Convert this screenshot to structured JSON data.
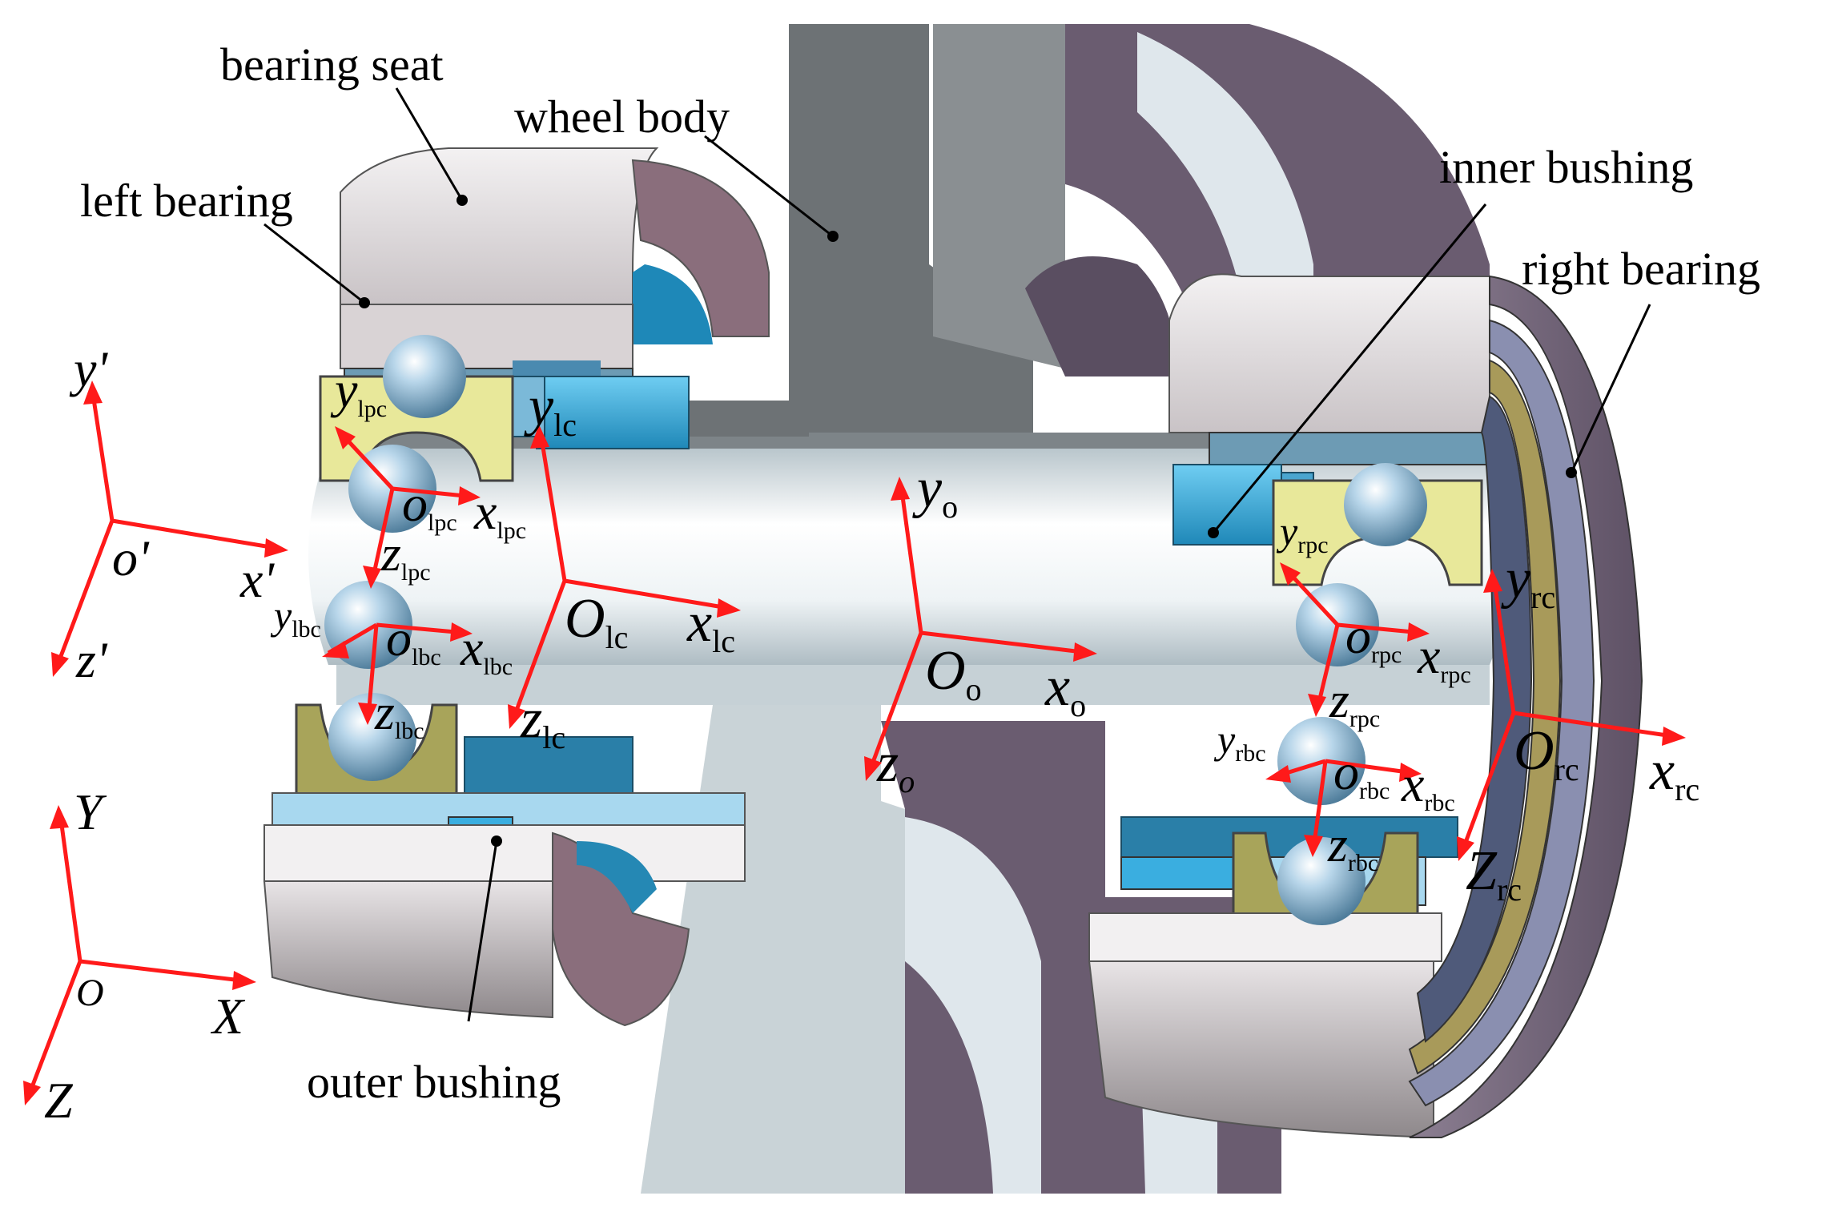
{
  "labels": {
    "bearing_seat": "bearing seat",
    "wheel_body": "wheel body",
    "left_bearing": "left bearing",
    "inner_bushing": "inner bushing",
    "right_bearing": "right bearing",
    "outer_bushing": "outer bushing"
  },
  "frames": {
    "prime": {
      "x": "x",
      "y": "y",
      "z": "z",
      "o": "o",
      "mark": "'"
    },
    "global": {
      "x": "X",
      "y": "Y",
      "z": "Z",
      "o": "O"
    },
    "lpc": {
      "x": "x",
      "y": "y",
      "z": "z",
      "o": "o",
      "sub": "lpc"
    },
    "lbc": {
      "x": "x",
      "y": "y",
      "z": "z",
      "o": "o",
      "sub": "lbc"
    },
    "lc": {
      "x": "x",
      "y": "y",
      "z": "z",
      "o": "O",
      "sub": "lc"
    },
    "o": {
      "x": "x",
      "y": "y",
      "z": "z",
      "o": "O",
      "sub": "o"
    },
    "rpc": {
      "x": "x",
      "y": "y",
      "z": "z",
      "o": "o",
      "sub": "rpc"
    },
    "rbc": {
      "x": "x",
      "y": "y",
      "z": "z",
      "o": "o",
      "sub": "rbc"
    },
    "rc": {
      "x": "x",
      "y": "y",
      "z": "Z",
      "o": "O",
      "sub": "rc"
    }
  },
  "colors": {
    "axis": "#ff1a1a",
    "bushing_blue": "#3aaee0",
    "cage_yellow": "#e8e89a",
    "housing_gray": "#d8d4d6",
    "wheel_gray": "#6d7275",
    "rim_purple": "#6a5c70",
    "shaft_light": "#dfe8ec"
  }
}
